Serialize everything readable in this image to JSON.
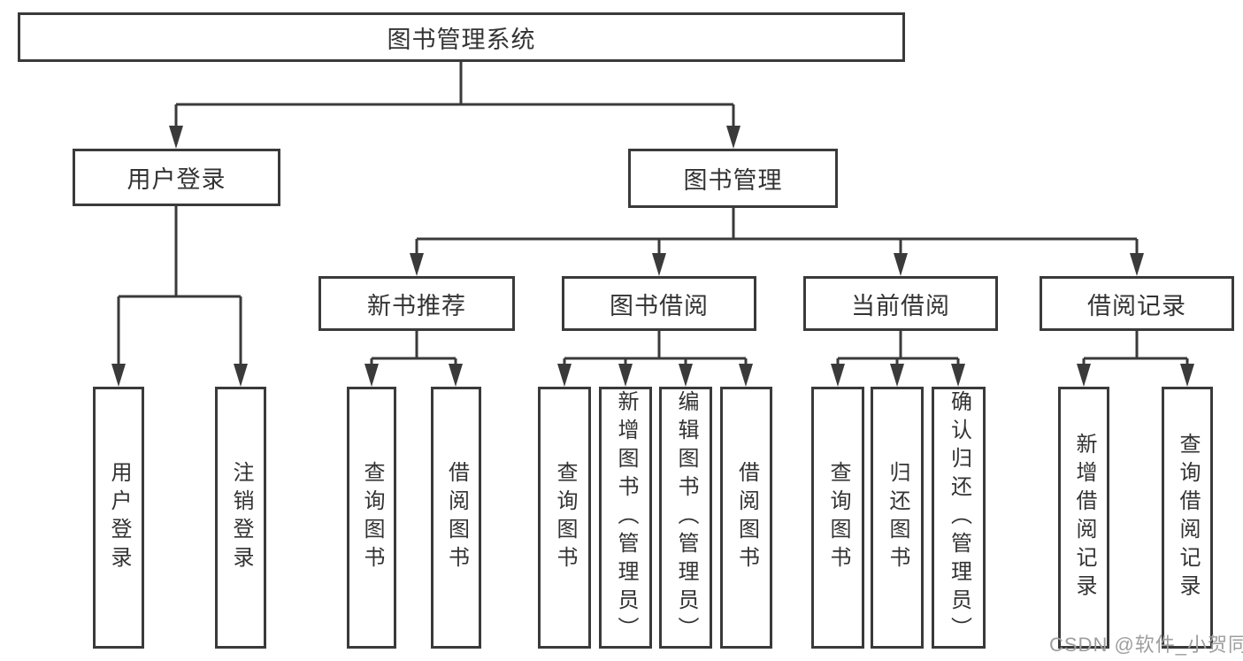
{
  "tree": {
    "label": "图书管理系统",
    "children": [
      {
        "label": "用户登录",
        "children": [
          {
            "label": "用户登录"
          },
          {
            "label": "注销登录"
          }
        ]
      },
      {
        "label": "图书管理",
        "children": [
          {
            "label": "新书推荐",
            "children": [
              {
                "label": "查询图书"
              },
              {
                "label": "借阅图书"
              }
            ]
          },
          {
            "label": "图书借阅",
            "children": [
              {
                "label": "查询图书"
              },
              {
                "label": "新增图书（管理员）"
              },
              {
                "label": "编辑图书（管理员）"
              },
              {
                "label": "借阅图书"
              }
            ]
          },
          {
            "label": "当前借阅",
            "children": [
              {
                "label": "查询图书"
              },
              {
                "label": "归还图书"
              },
              {
                "label": "确认归还（管理员）"
              }
            ]
          },
          {
            "label": "借阅记录",
            "children": [
              {
                "label": "新增借阅记录"
              },
              {
                "label": "查询借阅记录"
              }
            ]
          }
        ]
      }
    ]
  },
  "watermark": {
    "text": "CSDN @软件_小贺同学",
    "color": "#9e9e9e"
  },
  "colors": {
    "line": "#3a3a3a",
    "box_border": "#3a3a3a",
    "text": "#333333",
    "background": "#ffffff"
  }
}
